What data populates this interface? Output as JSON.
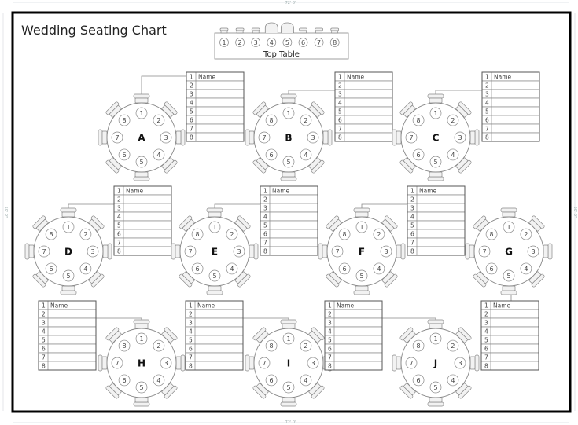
{
  "title": "Wedding Seating Chart",
  "dimensions": {
    "width_label": "72' 0\"",
    "height_label": "50' 0\""
  },
  "top_table": {
    "label": "Top Table",
    "seats": [
      "1",
      "2",
      "3",
      "4",
      "5",
      "6",
      "7",
      "8"
    ]
  },
  "list_header": "Name",
  "list_rows": [
    "1",
    "2",
    "3",
    "4",
    "5",
    "6",
    "7",
    "8"
  ],
  "seat_numbers": [
    "1",
    "2",
    "3",
    "4",
    "5",
    "6",
    "7",
    "8"
  ],
  "tables": [
    {
      "label": "A"
    },
    {
      "label": "B"
    },
    {
      "label": "C"
    },
    {
      "label": "D"
    },
    {
      "label": "E"
    },
    {
      "label": "F"
    },
    {
      "label": "G"
    },
    {
      "label": "H"
    },
    {
      "label": "I"
    },
    {
      "label": "J"
    }
  ]
}
